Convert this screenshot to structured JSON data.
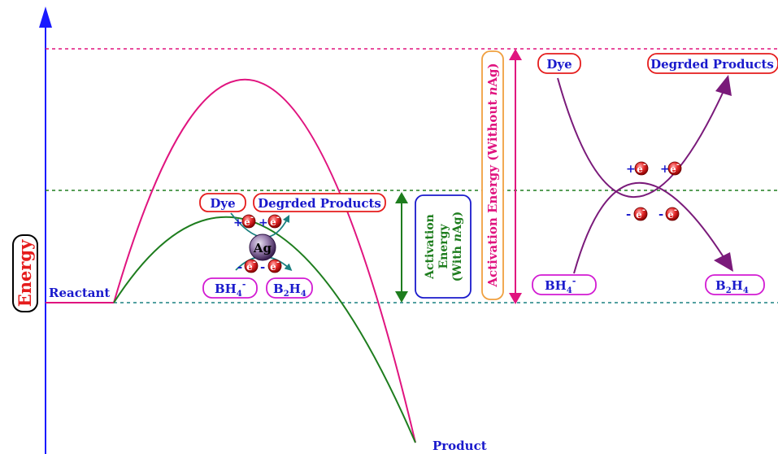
{
  "axis": {
    "y_label": "Energy",
    "reactant_label": "Reactant",
    "product_label": "Product"
  },
  "colors": {
    "axis": "#1a1aff",
    "uncatalyzed": "#e0147f",
    "catalyzed": "#1e7d1e",
    "label_blue": "#1a1acc",
    "label_red": "#e51c1c",
    "label_magenta": "#d21ad2",
    "purple": "#7a1a7a",
    "teal": "#1a8080",
    "orange": "#f0a040"
  },
  "catalyst_cluster": {
    "dye": "Dye",
    "products": "Degrded Products",
    "bh4_base": "BH",
    "bh4_sub": "4",
    "bh4_sup": "-",
    "b2h4_a": "B",
    "b2h4_sub1": "2",
    "b2h4_b": "H",
    "b2h4_sub2": "4",
    "catalyst": "Ag",
    "electron": "e",
    "electron_charge": "-",
    "plus": "+",
    "minus": "-"
  },
  "activation_with": {
    "line1": "Activation",
    "line2": "Energy",
    "line3_pre": "(With ",
    "line3_n": "n",
    "line3_post": "Ag)"
  },
  "activation_without": {
    "pre": "Activation Energy (Without ",
    "n": "n",
    "post": "Ag)"
  },
  "right_diagram": {
    "dye": "Dye",
    "products": "Degrded Products",
    "bh4_base": "BH",
    "bh4_sub": "4",
    "bh4_sup": "-",
    "b2h4_a": "B",
    "b2h4_sub1": "2",
    "b2h4_b": "H",
    "b2h4_sub2": "4",
    "electron": "e",
    "electron_charge": "-",
    "plus": "+",
    "minus": "-"
  }
}
